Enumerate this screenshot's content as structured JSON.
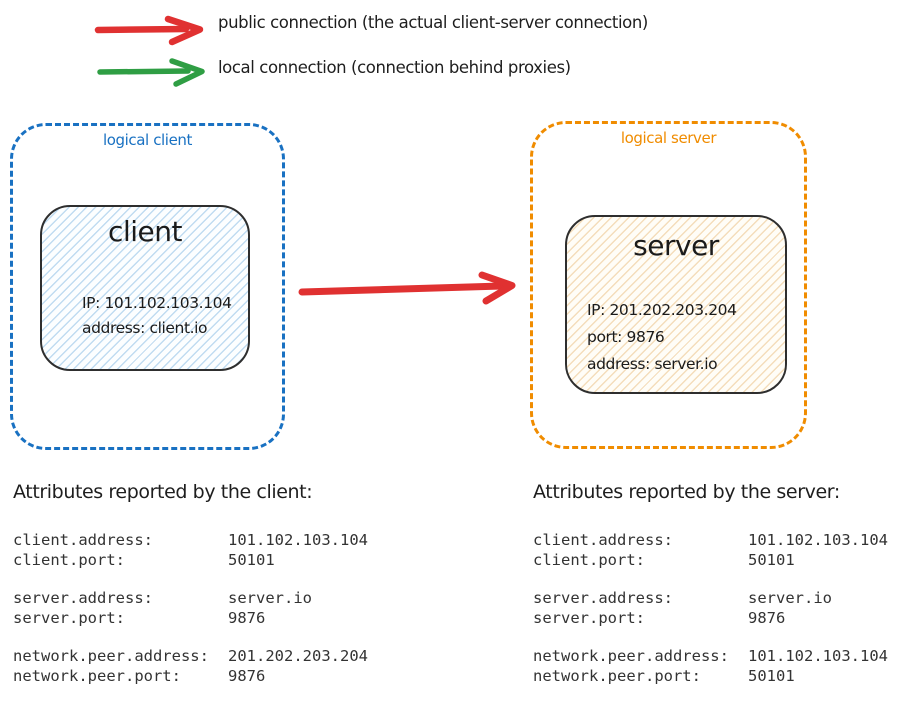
{
  "legend": {
    "items": [
      {
        "icon": "red-arrow-right-icon",
        "color": "#e03131",
        "label": "public connection (the actual client-server connection)"
      },
      {
        "icon": "green-arrow-right-icon",
        "color": "#2f9e44",
        "label": "local connection (connection behind proxies)"
      }
    ]
  },
  "diagram": {
    "logical_client": {
      "label": "logical client",
      "accent_color": "#1971c2",
      "node": {
        "title": "client",
        "lines": [
          "IP: 101.102.103.104",
          "address: client.io"
        ]
      }
    },
    "logical_server": {
      "label": "logical server",
      "accent_color": "#f08c00",
      "node": {
        "title": "server",
        "lines": [
          "IP: 201.202.203.204",
          "port: 9876",
          "address: server.io"
        ]
      }
    },
    "connection": {
      "type": "public",
      "color": "#e03131",
      "from": "client",
      "to": "server"
    }
  },
  "attributes_client": {
    "title": "Attributes reported by the client:",
    "groups": [
      {
        "rows": [
          {
            "k": "client.address:",
            "v": "101.102.103.104"
          },
          {
            "k": "client.port:",
            "v": "50101"
          }
        ]
      },
      {
        "rows": [
          {
            "k": "server.address:",
            "v": "server.io"
          },
          {
            "k": "server.port:",
            "v": "9876"
          }
        ]
      },
      {
        "rows": [
          {
            "k": "network.peer.address:",
            "v": "201.202.203.204"
          },
          {
            "k": "network.peer.port:",
            "v": "9876"
          }
        ]
      }
    ]
  },
  "attributes_server": {
    "title": "Attributes reported by the server:",
    "groups": [
      {
        "rows": [
          {
            "k": "client.address:",
            "v": "101.102.103.104"
          },
          {
            "k": "client.port:",
            "v": "50101"
          }
        ]
      },
      {
        "rows": [
          {
            "k": "server.address:",
            "v": "server.io"
          },
          {
            "k": "server.port:",
            "v": "9876"
          }
        ]
      },
      {
        "rows": [
          {
            "k": "network.peer.address:",
            "v": "101.102.103.104"
          },
          {
            "k": "network.peer.port:",
            "v": "50101"
          }
        ]
      }
    ]
  }
}
